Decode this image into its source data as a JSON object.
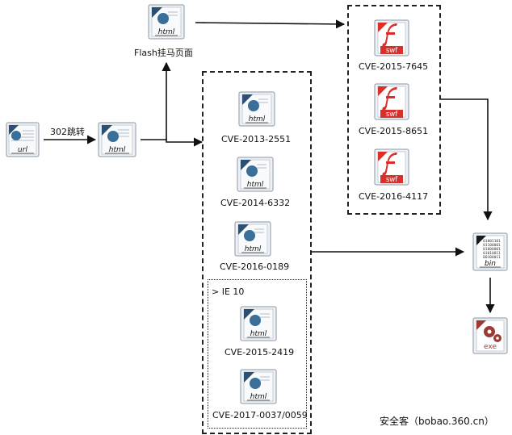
{
  "nodes": {
    "url": {
      "icon_text": "url"
    },
    "landing": {
      "icon_text": "html"
    },
    "flash_page": {
      "icon_text": "html",
      "label": "Flash挂马页面"
    },
    "cve_2013_2551": {
      "icon_text": "html",
      "label": "CVE-2013-2551"
    },
    "cve_2014_6332": {
      "icon_text": "html",
      "label": "CVE-2014-6332"
    },
    "cve_2016_0189": {
      "icon_text": "html",
      "label": "CVE-2016-0189"
    },
    "cve_2015_2419": {
      "icon_text": "html",
      "label": "CVE-2015-2419"
    },
    "cve_2017_0037": {
      "icon_text": "html",
      "label": "CVE-2017-0037/0059"
    },
    "cve_2015_7645": {
      "icon_text": "swf",
      "label": "CVE-2015-7645"
    },
    "cve_2015_8651": {
      "icon_text": "swf",
      "label": "CVE-2015-8651"
    },
    "cve_2016_4117": {
      "icon_text": "swf",
      "label": "CVE-2016-4117"
    },
    "bin": {
      "icon_text": "bin",
      "bits": [
        "01001101",
        "01100001",
        "01000001",
        "01010011",
        "00100011"
      ]
    },
    "exe": {
      "icon_text": "exe"
    }
  },
  "edges": {
    "redirect_label": "302跳转"
  },
  "groups": {
    "ie10_label": "> IE 10"
  },
  "watermark": "安全客（bobao.360.cn）",
  "colors": {
    "flash_red": "#d9302b",
    "globe_blue": "#3a6f9a",
    "exe_red": "#9b3b34"
  }
}
